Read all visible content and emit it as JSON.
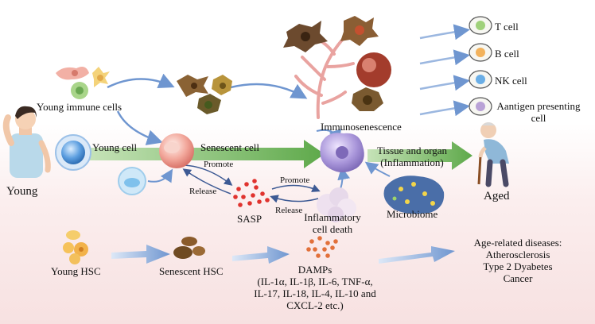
{
  "labels": {
    "young_immune_cells": "Young immune cells",
    "immunosenescence": "Immunosenescence",
    "young_cell": "Young cell",
    "senescent_cell": "Senescent cell",
    "tissue_organ_line1": "Tissue and organ",
    "tissue_organ_line2": "(Inflammation)",
    "young": "Young",
    "aged": "Aged",
    "promote_top": "Promote",
    "release_left": "Release",
    "promote_right": "Promote",
    "release_right": "Release",
    "sasp": "SASP",
    "inflammatory_cell_death_line1": "Inflammatory",
    "inflammatory_cell_death_line2": "cell death",
    "microbiome": "Microbiome",
    "young_hsc": "Young HSC",
    "senescent_hsc": "Senescent HSC",
    "damps": "DAMPs",
    "damps_list": [
      "(IL-1α, IL-1β,  IL-6, TNF-α,",
      "IL-17, IL-18, IL-4, IL-10 and",
      "CXCL-2 etc.)"
    ],
    "diseases_title": "Age-related diseases:",
    "diseases": [
      "Atherosclerosis",
      "Type 2 Dyabetes",
      "Cancer"
    ]
  },
  "immune_outputs": [
    {
      "label": "T cell",
      "color": "#9fd17a"
    },
    {
      "label": "B cell",
      "color": "#f2b25c"
    },
    {
      "label": "NK cell",
      "color": "#6aaee6"
    },
    {
      "label": "Aantigen presenting",
      "label2": "cell",
      "color": "#b9a2d6"
    }
  ],
  "colors": {
    "arrow_blue": "#7a9ed4",
    "arrow_green": "#74b45f",
    "background_pink": "#f7e1e1"
  }
}
